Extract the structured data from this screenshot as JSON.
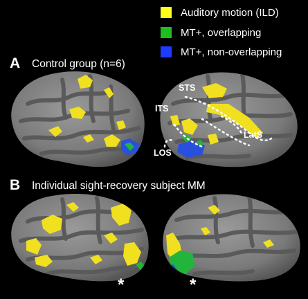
{
  "legend": {
    "items": [
      {
        "label": "Auditory motion (ILD)",
        "color": "#ffff1e"
      },
      {
        "label": "MT+, overlapping",
        "color": "#1ebe1e"
      },
      {
        "label": "MT+, non-overlapping",
        "color": "#1e3cff"
      }
    ]
  },
  "panels": {
    "a": {
      "letter": "A",
      "title": "Control group (n=6)"
    },
    "b": {
      "letter": "B",
      "title": "Individual sight-recovery subject MM"
    }
  },
  "region_labels": {
    "sts": "STS",
    "its": "ITS",
    "los": "LOS",
    "lats": "LatS"
  },
  "asterisk": "*",
  "colors": {
    "background": "#000000",
    "brain_gray": "#7e7e7e",
    "sulcus_gray": "#5c5c5c",
    "yellow": "#f5e61e",
    "green": "#23b43c",
    "blue": "#2850dc"
  }
}
